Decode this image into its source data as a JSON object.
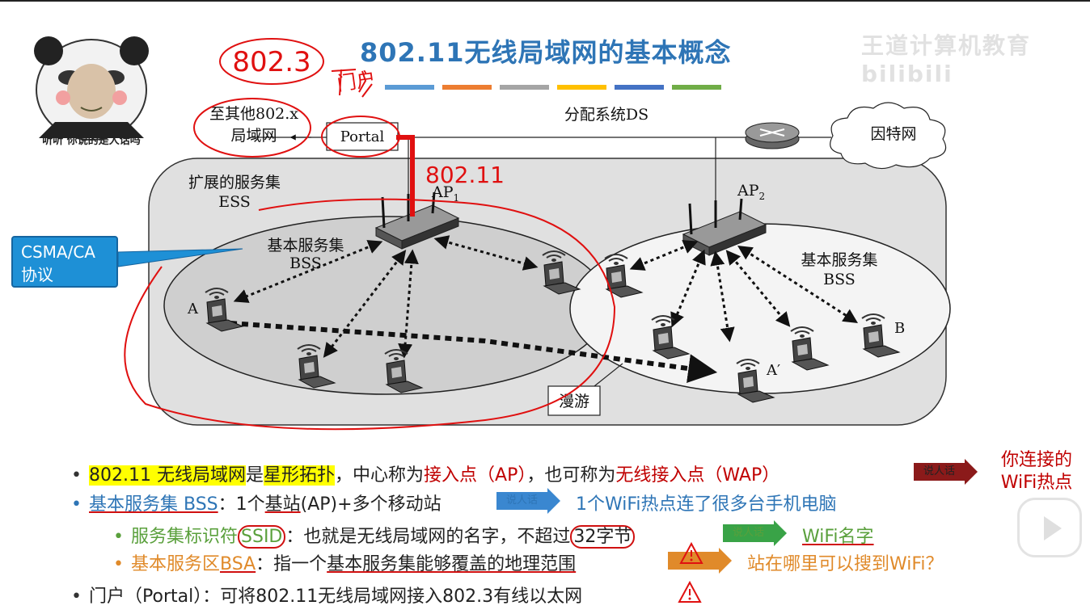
{
  "title": "802.11无线局域网的基本概念",
  "title_bar_colors": [
    "#5b9bd5",
    "#ed7d31",
    "#a5a5a5",
    "#ffc000",
    "#4472c4",
    "#70ad47"
  ],
  "meme": {
    "caption": "听听 你说的是人话吗"
  },
  "watermark": "王道计算机教育 bilibili",
  "diagram": {
    "to_other_lan": [
      "至其他802.x",
      "局域网"
    ],
    "portal": "Portal",
    "ds": "分配系统DS",
    "internet": "因特网",
    "ess": [
      "扩展的服务集",
      "ESS"
    ],
    "ap1": "AP",
    "ap1_sub": "1",
    "ap2": "AP",
    "ap2_sub": "2",
    "bss1": [
      "基本服务集",
      "BSS"
    ],
    "bss2": [
      "基本服务集",
      "BSS"
    ],
    "station_a": "A",
    "station_a2": "A′",
    "station_b": "B",
    "roaming": "漫游",
    "hand_8023": "802.3",
    "hand_menhu": "门户",
    "hand_80211": "802.11"
  },
  "callout": {
    "line1": "CSMA/CA",
    "line2": "协议"
  },
  "bullets": {
    "b1": {
      "part1": "802.11 无线局域网",
      "part2": "是",
      "part3": "星形拓扑",
      "part4": "，中心称为",
      "part5": "接入点（AP）",
      "part6": "，也可称为",
      "part7": "无线接入点（WAP）",
      "tag": "说人话"
    },
    "b2": {
      "part1": "基本服务集 BSS",
      "part2": "：1个",
      "part3": "基站",
      "part4": "(AP)+多个移动站",
      "tag": "说人话",
      "explain": "1个WiFi热点连了很多台手机电脑"
    },
    "b3": {
      "part1": "服务集标识符",
      "part2": "SSID",
      "part3": "：也就是无线局域网的名字，不超过",
      "part4": "32字节",
      "tag": "说人话",
      "explain": "WiFi名字"
    },
    "b4": {
      "part1": "基本服务区",
      "part2": "BSA",
      "part3": "：指一个",
      "part4": "基本服务集能够覆盖的地理范围",
      "tag": "说人话",
      "explain": "站在哪里可以搜到WiFi？"
    },
    "b5": {
      "text": "门户（Portal）：可将802.11无线局域网接入802.3有线以太网"
    }
  },
  "side_note": [
    "你连接的",
    "WiFi热点"
  ]
}
